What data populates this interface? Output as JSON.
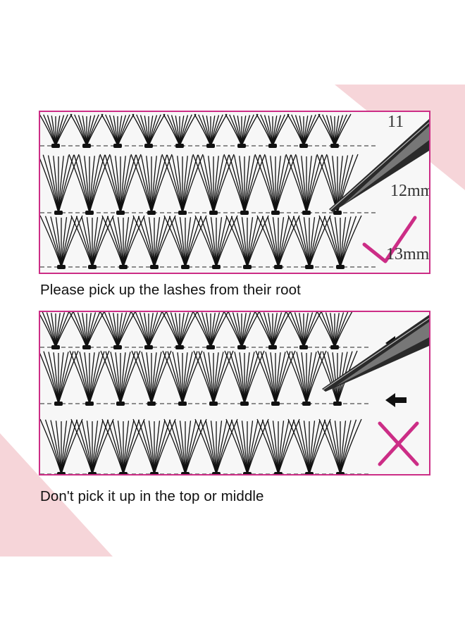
{
  "colors": {
    "accent": "#cc2d86",
    "pink_bg": "#f6d5d9",
    "lash": "#111111",
    "tray": "#f7f7f7"
  },
  "panel_correct": {
    "size_labels": [
      "11",
      "12mm",
      "13mm"
    ],
    "mark_icon": "check-icon",
    "caption": "Please pick up the lashes from their root"
  },
  "panel_wrong": {
    "arrow_icon": "arrow-left-icon",
    "mark_icon": "cross-icon",
    "caption": "Don't pick it up in the top or middle"
  }
}
